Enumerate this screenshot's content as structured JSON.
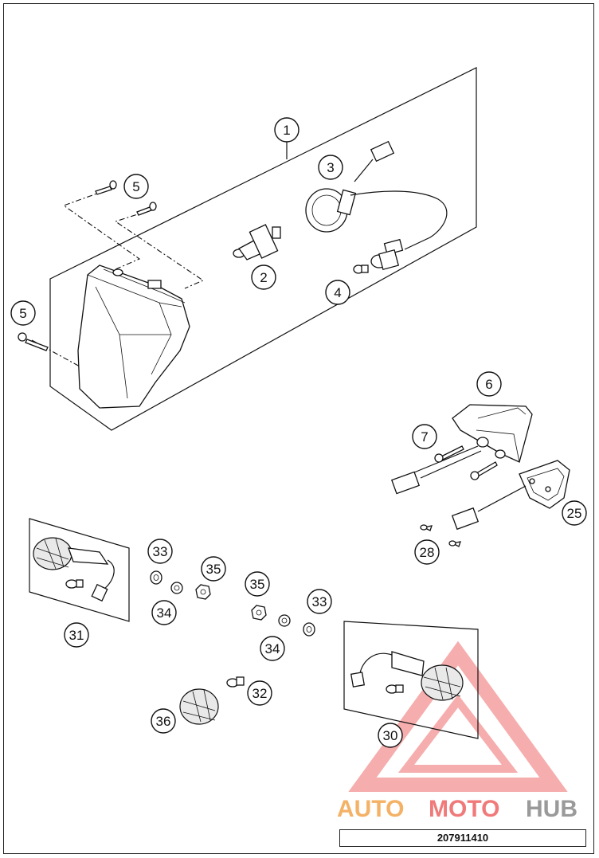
{
  "document_number": "207911410",
  "watermark": {
    "parts": [
      "AUTO",
      "MOTO",
      "HUB"
    ],
    "colors": [
      "#f4b266",
      "#f07a7a",
      "#9a9a9a"
    ],
    "triangle_color": "#f06b6b"
  },
  "callouts": {
    "c1": "1",
    "c2": "2",
    "c3": "3",
    "c4": "4",
    "c5a": "5",
    "c5b": "5",
    "c6": "6",
    "c7": "7",
    "c25": "25",
    "c28": "28",
    "c30": "30",
    "c31": "31",
    "c32": "32",
    "c33a": "33",
    "c33b": "33",
    "c34a": "34",
    "c34b": "34",
    "c35a": "35",
    "c35b": "35",
    "c36": "36"
  }
}
